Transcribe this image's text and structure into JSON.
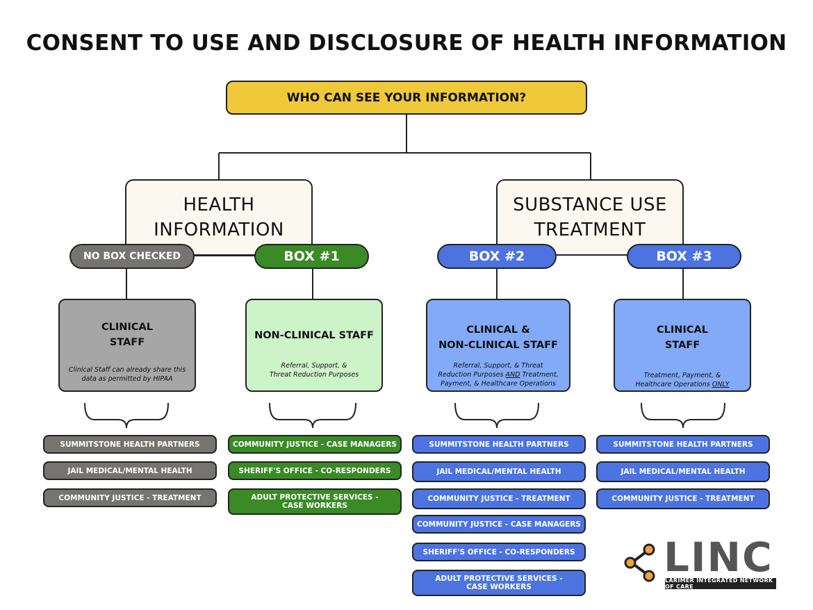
{
  "title": "CONSENT TO USE AND DISCLOSURE OF HEALTH INFORMATION",
  "top_question": "WHO CAN SEE YOUR INFORMATION?",
  "categories": {
    "health": "HEALTH\nINFORMATION",
    "substance": "SUBSTANCE USE\nTREATMENT"
  },
  "options": {
    "none": "NO BOX CHECKED",
    "box1": "BOX #1",
    "box2": "BOX #2",
    "box3": "BOX #3"
  },
  "staff": {
    "none": {
      "title": "CLINICAL\nSTAFF",
      "note": "Clinical Staff can already share this\ndata as permitted by HIPAA"
    },
    "box1": {
      "title": "NON-CLINICAL STAFF",
      "note": "Referral, Support, &\nThreat Reduction Purposes"
    },
    "box2": {
      "title": "CLINICAL &\nNON-CLINICAL STAFF",
      "note_pre": "Referral, Support, & Threat\nReduction Purposes ",
      "note_em": "AND",
      "note_post": " Treatment,\nPayment, & Healthcare Operations"
    },
    "box3": {
      "title": "CLINICAL\nSTAFF",
      "note_pre": "Treatment, Payment, &\nHealthcare Operations ",
      "note_em": "ONLY"
    }
  },
  "entities": {
    "none": [
      "SUMMITSTONE HEALTH PARTNERS",
      "JAIL MEDICAL/MENTAL HEALTH",
      "COMMUNITY JUSTICE - TREATMENT"
    ],
    "box1": [
      "COMMUNITY JUSTICE - CASE MANAGERS",
      "SHERIFF'S OFFICE - CO-RESPONDERS",
      "ADULT PROTECTIVE SERVICES -\nCASE WORKERS"
    ],
    "box2": [
      "SUMMITSTONE HEALTH PARTNERS",
      "JAIL MEDICAL/MENTAL HEALTH",
      "COMMUNITY JUSTICE - TREATMENT",
      "COMMUNITY JUSTICE - CASE MANAGERS",
      "SHERIFF'S OFFICE - CO-RESPONDERS",
      "ADULT PROTECTIVE SERVICES -\nCASE WORKERS"
    ],
    "box3": [
      "SUMMITSTONE HEALTH PARTNERS",
      "JAIL MEDICAL/MENTAL HEALTH",
      "COMMUNITY JUSTICE - TREATMENT"
    ]
  },
  "logo": {
    "name": "LINC",
    "tagline": "LARIMER INTEGRATED NETWORK OF CARE",
    "icon": "share-icon",
    "accent": "#f0a33a"
  },
  "colors": {
    "top": "#f0c93a",
    "gray": "#757470",
    "green": "#3a8a26",
    "blue": "#4c73e0"
  }
}
